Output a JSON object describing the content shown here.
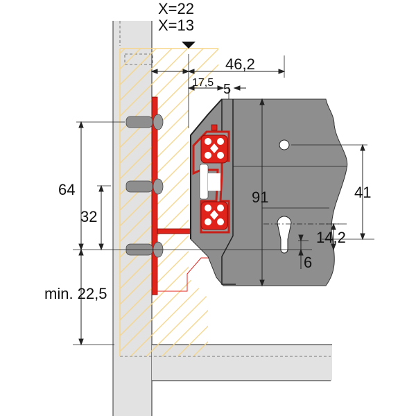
{
  "title": "Drawer runner mounting diagram",
  "colors": {
    "cabinet_wall": "#e2e2e2",
    "drawer_side": "#8e8e8e",
    "runner": "#e0231b",
    "hatch": "#f5d58a",
    "line": "#222222"
  },
  "labels": {
    "x22": "X=22",
    "x13": "X=13",
    "dim_46_2": "46,2",
    "dim_17_5": "17,5",
    "dim_5": "5",
    "dim_91": "91",
    "dim_41": "41",
    "dim_14_2": "14,2",
    "dim_6": "6",
    "dim_64": "64",
    "dim_32": "32",
    "dim_min_22_5": "min. 22,5"
  },
  "components": {
    "screws": 3,
    "rollers_per_carriage": 4,
    "carriages": 2
  }
}
